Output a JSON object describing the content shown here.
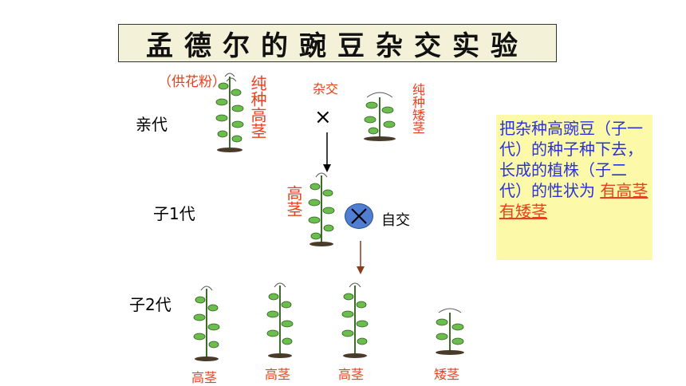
{
  "title": "孟德尔的豌豆杂交实验",
  "parent": {
    "pollen_note": "（供花粉）",
    "row_label": "亲代",
    "tall_label": "纯种高茎",
    "cross_label": "杂交",
    "cross_symbol": "×",
    "short_label": "纯种矮茎"
  },
  "f1": {
    "row_label": "子1代",
    "plant_label": "高茎",
    "self_label": "自交"
  },
  "f2": {
    "row_label": "子2代",
    "plants": [
      "高茎",
      "高茎",
      "高茎",
      "矮茎"
    ]
  },
  "side_note": {
    "text": "把杂种高豌豆（子一代）的种子种下去，长成的植株（子二代）的性状为",
    "answer": "有高茎有矮茎"
  },
  "colors": {
    "accent_red": "#e8401c",
    "note_blue": "#2a33d8",
    "note_bg": "#fcf9a8",
    "title_bg": "#f3f1d8"
  }
}
